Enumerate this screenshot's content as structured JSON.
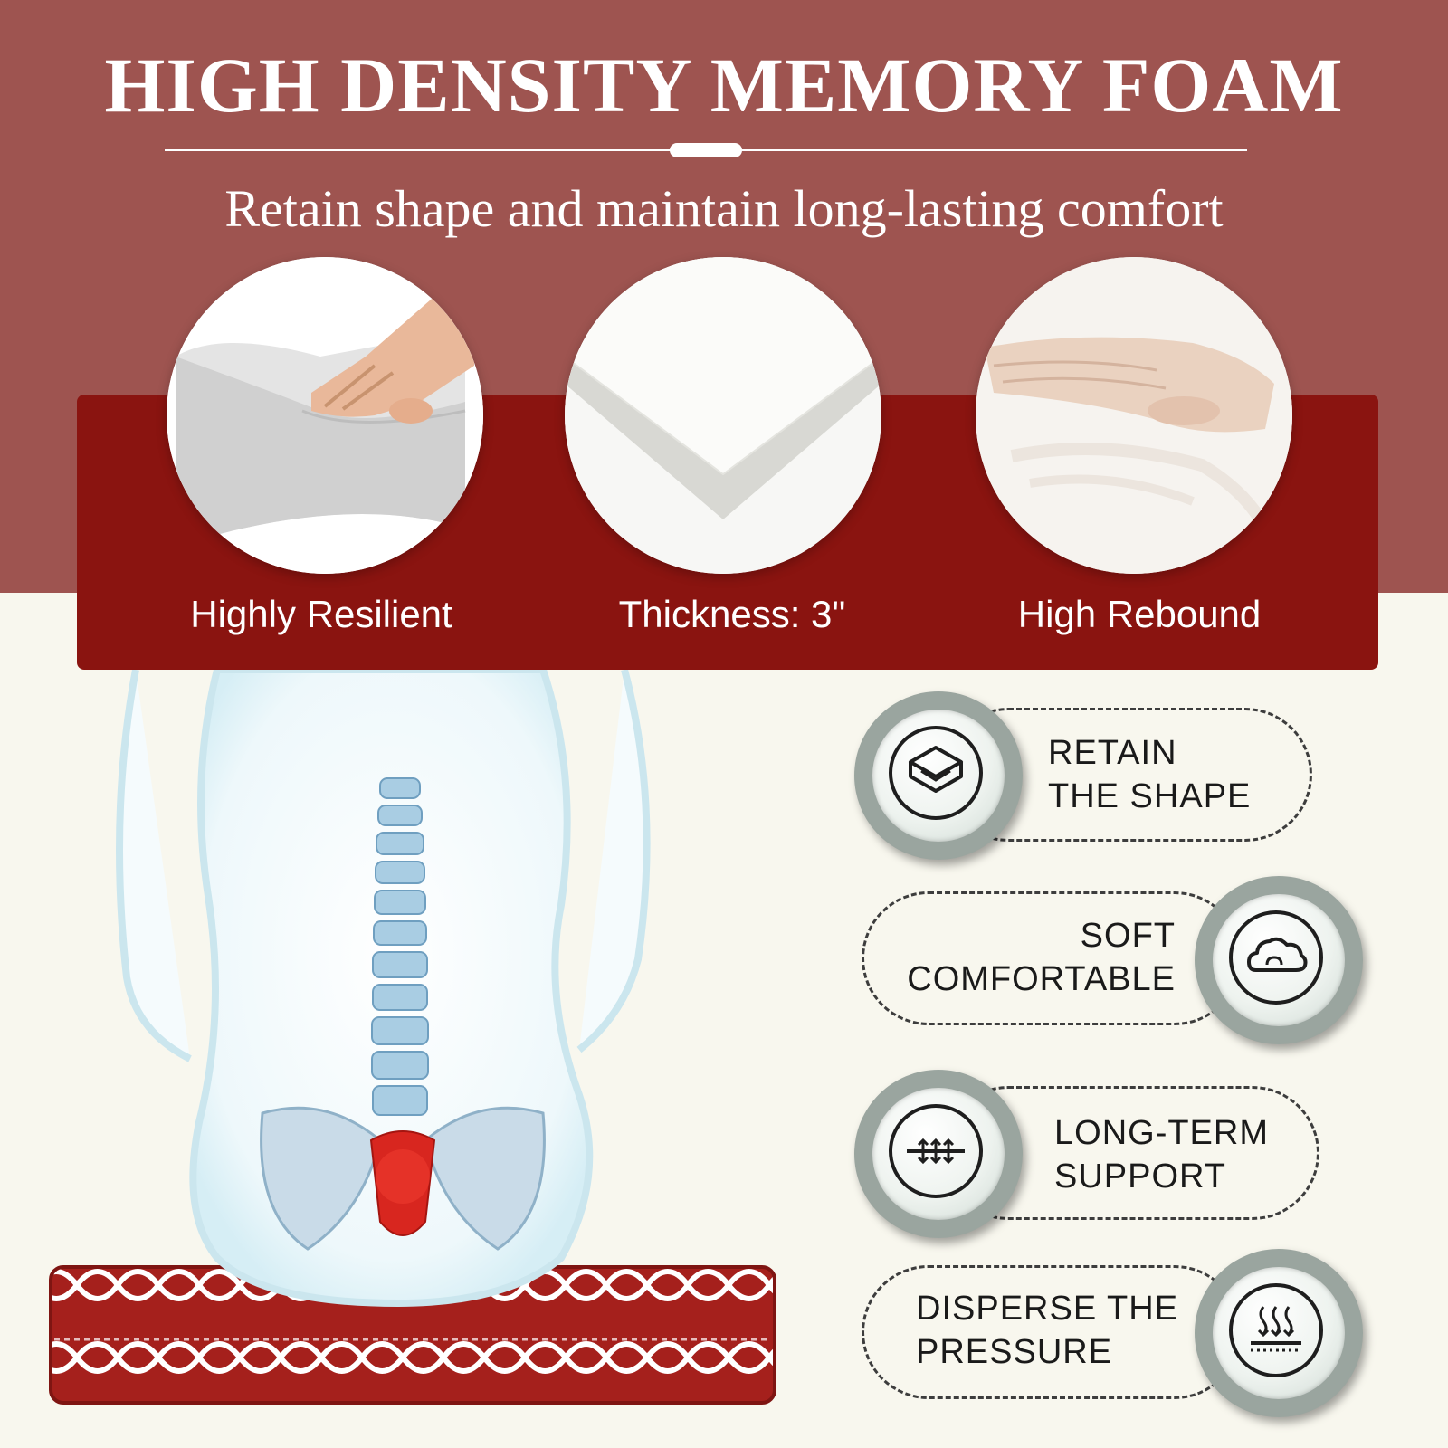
{
  "header": {
    "title": "HIGH DENSITY MEMORY FOAM",
    "subtitle": "Retain shape and maintain long-lasting comfort"
  },
  "features": [
    {
      "label": "Highly Resilient",
      "image": "hand-pressing-foam-block"
    },
    {
      "label": "Thickness: 3\"",
      "image": "foam-slab-corner"
    },
    {
      "label": "High Rebound",
      "image": "hand-on-memory-foam"
    }
  ],
  "benefits": [
    {
      "line1": "RETAIN",
      "line2": "THE SHAPE",
      "icon": "layers-icon"
    },
    {
      "line1": "SOFT",
      "line2": "COMFORTABLE",
      "icon": "cloud-icon"
    },
    {
      "line1": "LONG-TERM",
      "line2": "SUPPORT",
      "icon": "support-arrows-icon"
    },
    {
      "line1": "DISPERSE THE",
      "line2": "PRESSURE",
      "icon": "pressure-waves-icon"
    }
  ],
  "colors": {
    "top_band": "#9e5450",
    "panel": "#8a1410",
    "background": "#f8f7ee",
    "cushion": "#a5201c"
  }
}
